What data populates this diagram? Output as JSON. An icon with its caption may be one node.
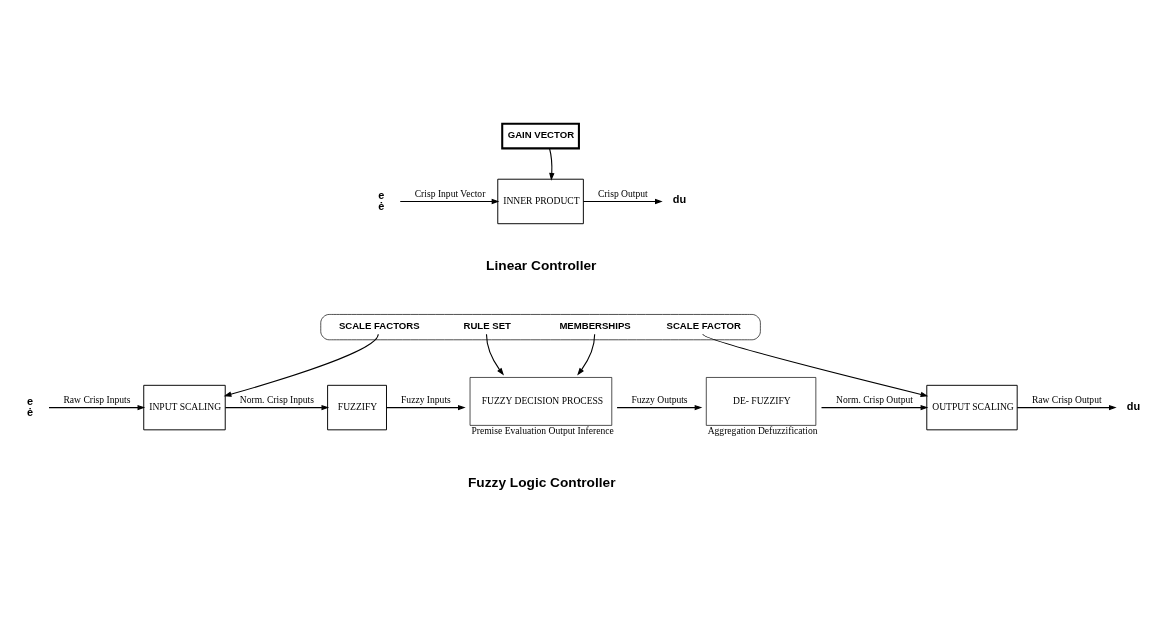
{
  "diagram": {
    "nodes": [
      {
        "text": [
          "GAIN VECTOR"
        ]
      },
      {
        "text": [
          "e",
          "ė"
        ]
      },
      {
        "text": [
          "INNER PRODUCT"
        ]
      },
      {
        "text": [
          "du"
        ]
      },
      {
        "text": [
          "SCALE FACTORS",
          "RULE SET",
          "MEMBERSHIPS",
          "SCALE FACTOR"
        ]
      },
      {
        "text": [
          "e",
          "ė"
        ]
      },
      {
        "text": [
          "INPUT SCALING"
        ]
      },
      {
        "text": [
          "FUZZIFY"
        ]
      },
      {
        "text": [
          "FUZZY DECISION PROCESS"
        ],
        "beside": [
          "Premise Evaluation Output Inference"
        ]
      },
      {
        "text": [
          "DE- FUZZIFY"
        ],
        "beside": [
          "Aggregation Defuzzification"
        ]
      },
      {
        "text": [
          "OUTPUT SCALING"
        ]
      },
      {
        "text": [
          "du"
        ]
      }
    ],
    "edges": [
      {
        "from": 0,
        "to": 2,
        "arrow": "to"
      },
      {
        "from": 1,
        "to": 2,
        "arrow": "to",
        "label": "Crisp Input Vector"
      },
      {
        "from": 2,
        "to": 3,
        "arrow": "to",
        "label": "Crisp Output"
      },
      {
        "from": 4,
        "to": 6,
        "arrow": "to"
      },
      {
        "from": 4,
        "to": 8,
        "arrow": "to"
      },
      {
        "from": 4,
        "to": 8,
        "arrow": "to"
      },
      {
        "from": 4,
        "to": 10,
        "arrow": "to"
      },
      {
        "from": 5,
        "to": 6,
        "arrow": "to",
        "label": "Raw Crisp Inputs"
      },
      {
        "from": 6,
        "to": 7,
        "arrow": "to",
        "label": "Norm. Crisp Inputs"
      },
      {
        "from": 7,
        "to": 8,
        "arrow": "to",
        "label": "Fuzzy Inputs"
      },
      {
        "from": 8,
        "to": 9,
        "arrow": "to",
        "label": "Fuzzy Outputs"
      },
      {
        "from": 9,
        "to": 10,
        "arrow": "to",
        "label": "Norm. Crisp Output"
      },
      {
        "from": 10,
        "to": 11,
        "arrow": "to",
        "label": "Raw Crisp Output"
      }
    ],
    "labels": [
      "Linear Controller",
      "Fuzzy Logic Controller"
    ]
  }
}
